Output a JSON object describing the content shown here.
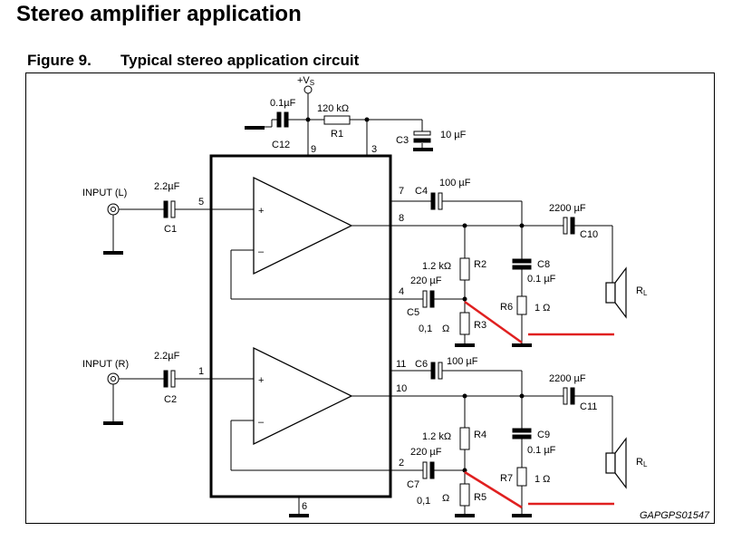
{
  "document": {
    "title": "Stereo amplifier application",
    "figure_number": "Figure 9.",
    "figure_title": "Typical stereo application circuit"
  },
  "supply": {
    "label": "+V",
    "subscript": "S"
  },
  "labels": {
    "input_l": "INPUT (L)",
    "input_r": "INPUT (R)",
    "c1": "C1",
    "c1_val": "2.2µF",
    "c2": "C2",
    "c2_val": "2.2µF",
    "c3": "C3",
    "c3_val": "10 µF",
    "c4": "C4",
    "c4_val": "100 µF",
    "c5": "C5",
    "c5_val": "220 µF",
    "c6": "C6",
    "c6_val": "100 µF",
    "c7": "C7",
    "c7_val": "220 µF",
    "c8": "C8",
    "c8_val": "0.1 µF",
    "c9": "C9",
    "c9_val": "0.1 µF",
    "c10": "C10",
    "c10_val": "2200 µF",
    "c11": "C11",
    "c11_val": "2200 µF",
    "c12": "C12",
    "c12_val": "0.1µF",
    "r1": "R1",
    "r1_val": "120 kΩ",
    "r2": "R2",
    "r2_val": "1.2 kΩ",
    "r3": "R3",
    "r3_val": "0,1",
    "r4": "R4",
    "r4_val": "1.2 kΩ",
    "r5": "R5",
    "r5_val": "0,1",
    "r6": "R6",
    "r6_val": "1 Ω",
    "r7": "R7",
    "r7_val": "1 Ω",
    "ohm": "Ω",
    "rl": "R",
    "rl_sub": "L",
    "plus": "+",
    "minus": "–",
    "doc_code": "GAPGPS01547"
  },
  "pins": {
    "p1": "1",
    "p2": "2",
    "p3": "3",
    "p4": "4",
    "p5": "5",
    "p6": "6",
    "p7": "7",
    "p8": "8",
    "p9": "9",
    "p10": "10",
    "p11": "11"
  },
  "colors": {
    "annotation": "#e02020",
    "line": "#000000"
  }
}
